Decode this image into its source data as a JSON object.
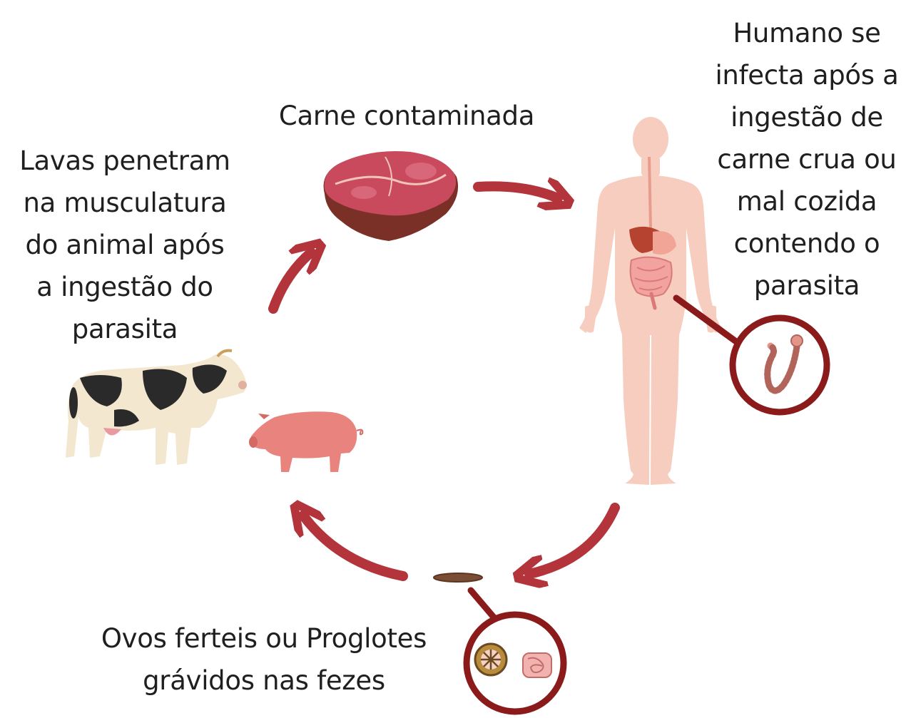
{
  "labels": {
    "meat": [
      "Carne contaminada"
    ],
    "human": [
      "Humano se",
      "infecta após a",
      "ingestão de",
      "carne crua ou",
      "mal cozida",
      "contendo o",
      "parasita"
    ],
    "animal": [
      "Lavas penetram",
      "na musculatura",
      "do animal após",
      "a ingestão do",
      "parasita"
    ],
    "eggs": [
      "Ovos ferteis ou Proglotes",
      "grávidos nas fezes"
    ]
  },
  "colors": {
    "arrow": "#b3343a",
    "circle": "#8b1a1a",
    "skin": "#f6cdbf",
    "meat": "#c84a5c",
    "pig": "#e8847d",
    "feces": "#7a4e35"
  }
}
